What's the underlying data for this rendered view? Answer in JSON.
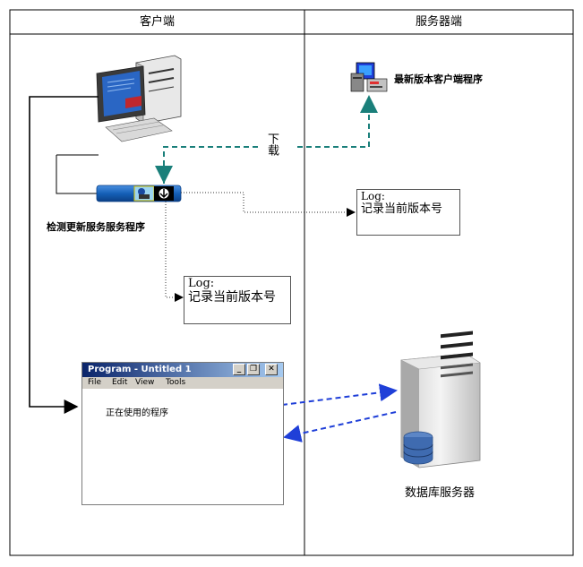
{
  "columns": {
    "client": "客户端",
    "server": "服务器端"
  },
  "labels": {
    "download": "下载",
    "checker": "检测更新服务服务程序",
    "latest_client": "最新版本客户端程序",
    "db_server": "数据库服务器"
  },
  "log_note_right": {
    "line1": "Log:",
    "line2": "记录当前版本号"
  },
  "log_note_left": {
    "line1": "Log:",
    "line2": "记录当前版本号"
  },
  "program_window": {
    "title": "Program - Untitled 1",
    "menu": [
      "File",
      "Edit",
      "View",
      "Tools"
    ],
    "body_text": "正在使用的程序",
    "controls": {
      "minimize": "_",
      "restore": "❐",
      "close": "✕"
    }
  },
  "colors": {
    "download_arrow": "#1a7f7a",
    "db_arrow": "#1f3fd8",
    "tray_bar": "#1560b8"
  }
}
